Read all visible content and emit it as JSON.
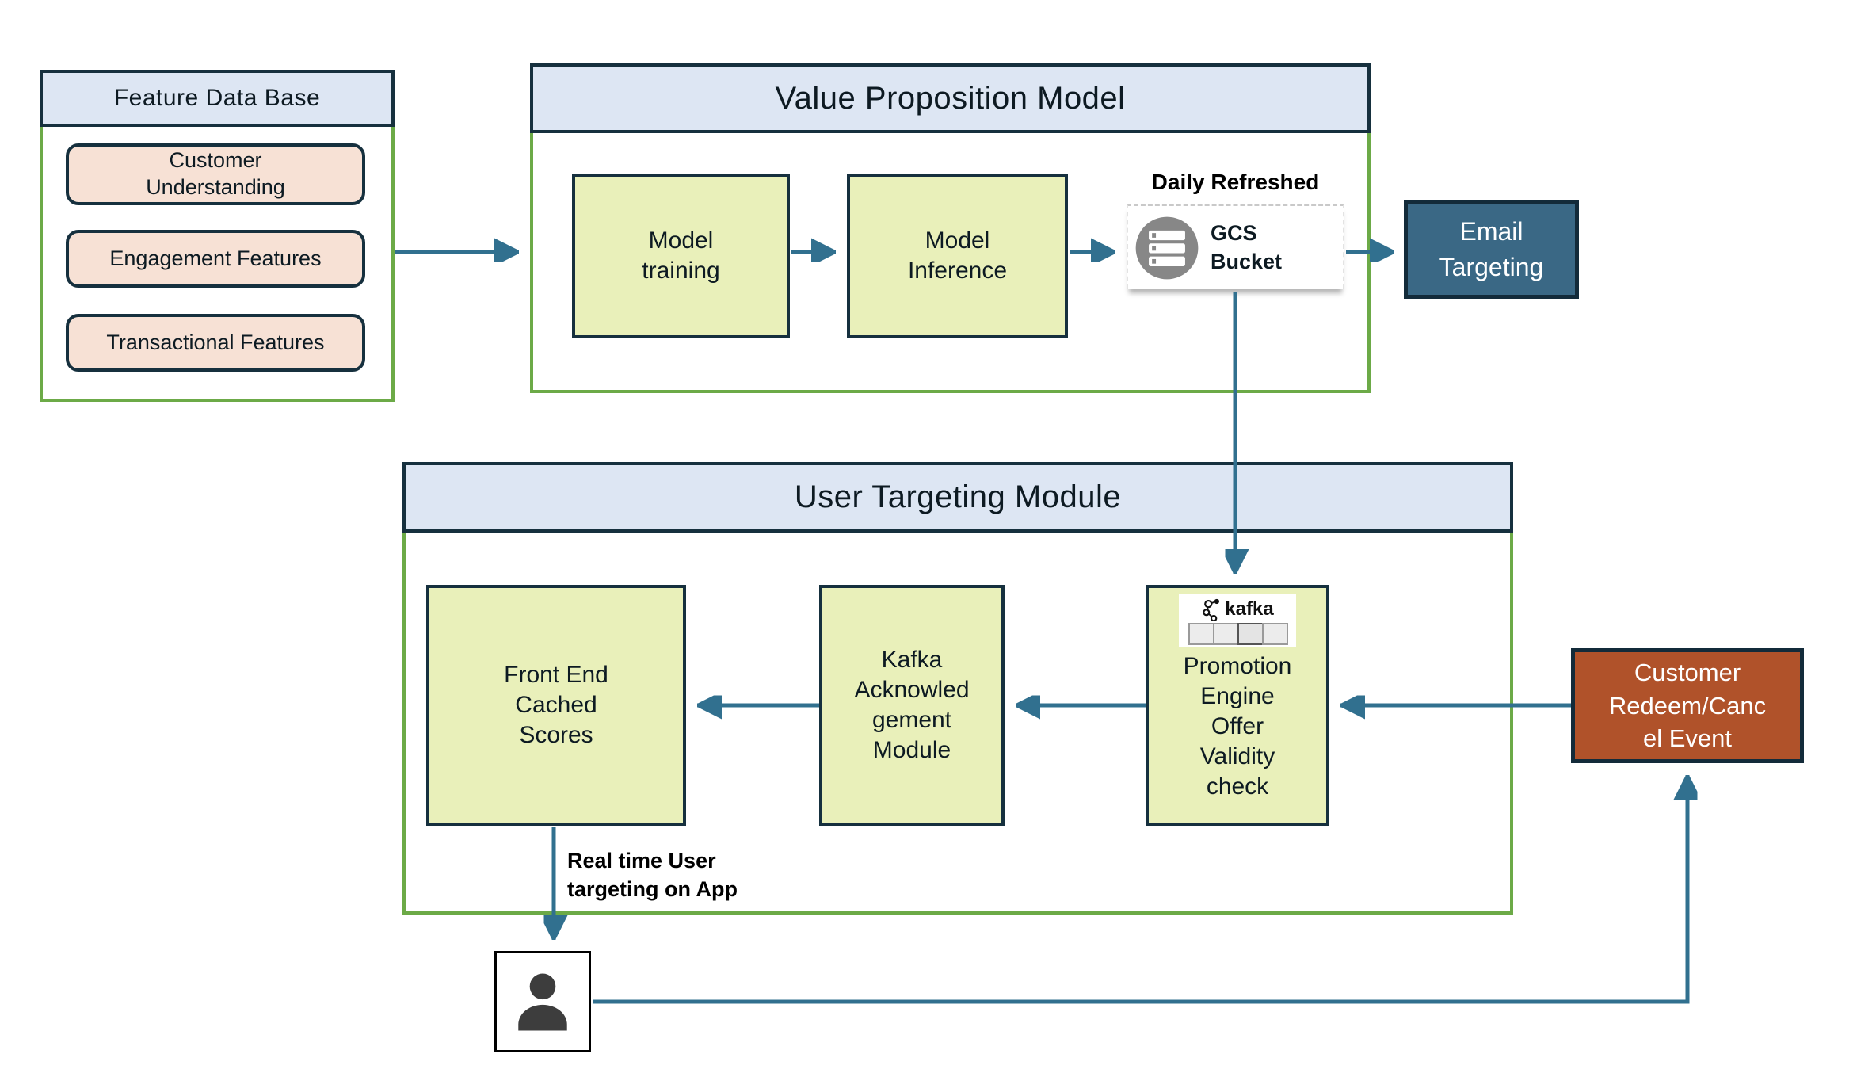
{
  "colors": {
    "header_fill": "#dde6f3",
    "border_dark": "#16303e",
    "border_green": "#6caa47",
    "process_box_fill": "#e9f0ba",
    "feature_box_fill": "#f7e1d5",
    "email_box_fill": "#3a6885",
    "customer_box_fill": "#b0522a",
    "arrow": "#31708f",
    "gcs_icon_gray": "#878787",
    "person_icon_gray": "#3d3d3d"
  },
  "feature_db": {
    "title": "Feature Data Base",
    "items": [
      {
        "lines": [
          "Customer",
          "Understanding"
        ]
      },
      {
        "lines": [
          "Engagement Features"
        ]
      },
      {
        "lines": [
          "Transactional Features"
        ]
      }
    ]
  },
  "value_proposition": {
    "title": "Value Proposition Model",
    "model_training": {
      "lines": [
        "Model",
        "training"
      ]
    },
    "model_inference": {
      "lines": [
        "Model",
        "Inference"
      ]
    },
    "gcs_bucket": {
      "caption": "Daily Refreshed",
      "lines": [
        "GCS",
        "Bucket"
      ],
      "icon": "server-stack-icon"
    }
  },
  "email_targeting": {
    "lines": [
      "Email",
      "Targeting"
    ]
  },
  "user_targeting": {
    "title": "User Targeting Module",
    "front_end": {
      "lines": [
        "Front End",
        "Cached",
        "Scores"
      ]
    },
    "kafka_ack": {
      "lines": [
        "Kafka",
        "Acknowled",
        "gement",
        "Module"
      ]
    },
    "promotion": {
      "kafka_logo_word": "kafka",
      "kafka_logo_icon": "kafka-logo-icon",
      "lines": [
        "Promotion",
        "Engine",
        "Offer",
        "Validity",
        "check"
      ]
    }
  },
  "customer_event": {
    "lines": [
      "Customer",
      "Redeem/Canc",
      "el Event"
    ]
  },
  "annotations": {
    "realtime": {
      "lines": [
        "Real time User",
        "targeting on App"
      ]
    }
  },
  "icons": {
    "user": "person-icon",
    "gcs": "server-stack-icon",
    "kafka": "kafka-logo-icon"
  }
}
